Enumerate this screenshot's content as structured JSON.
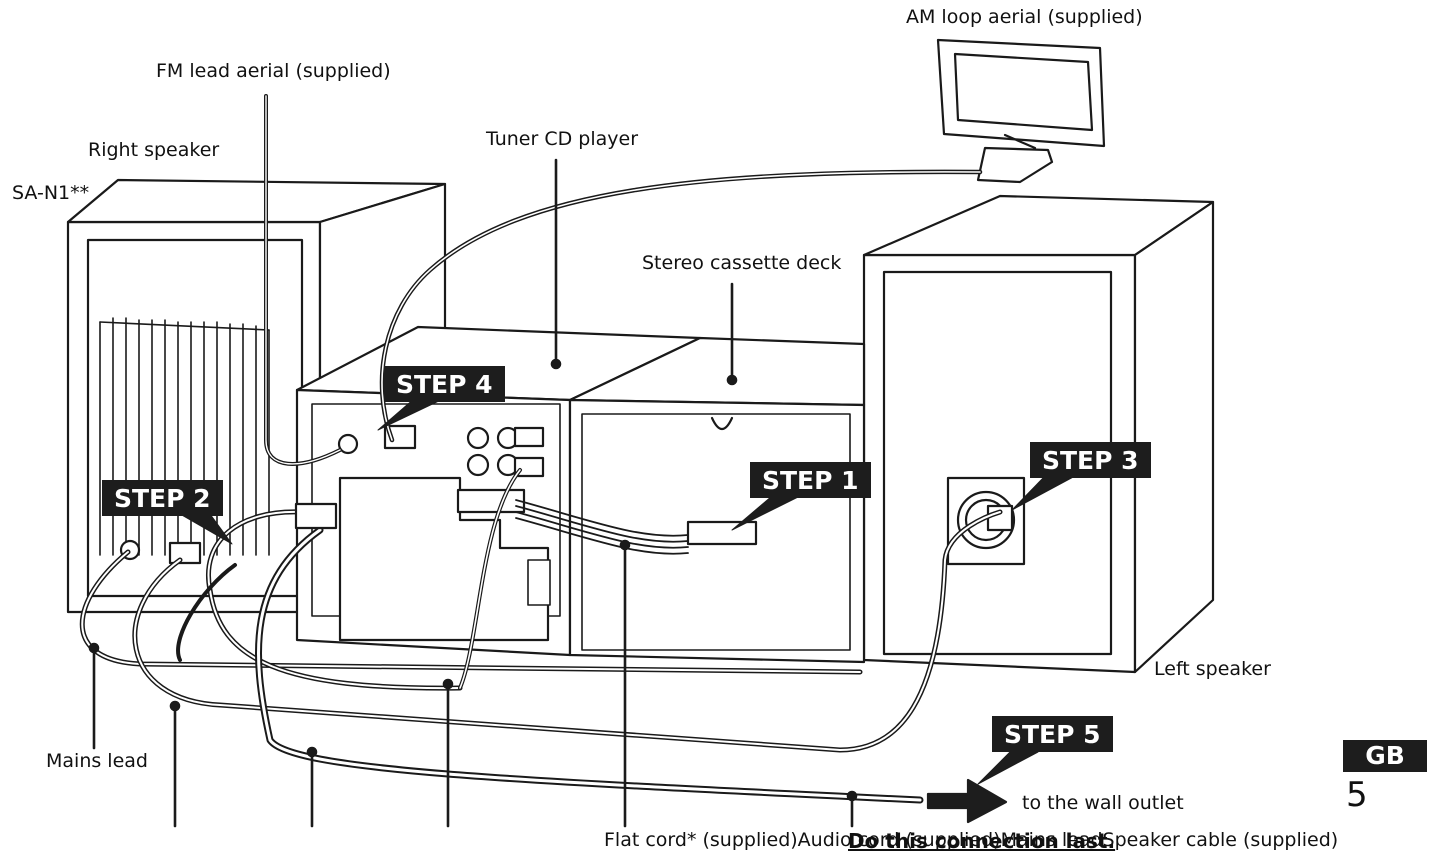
{
  "labels": {
    "am_aerial": "AM loop aerial (supplied)",
    "fm_aerial": "FM lead aerial (supplied)",
    "right_speaker": "Right speaker",
    "model": "SA-N1**",
    "tuner": "Tuner CD player",
    "cassette": "Stereo cassette deck",
    "left_speaker": "Left speaker",
    "mains": "Mains lead",
    "wall": "to the wall outlet",
    "bottom_line": "Flat cord* (supplied)Audio cord (supplied)Mains leadSpeaker cable (supplied)",
    "last_note": "Do this connection last."
  },
  "steps": {
    "s1": "STEP 1",
    "s2": "STEP 2",
    "s3": "STEP 3",
    "s4": "STEP 4",
    "s5": "STEP 5"
  },
  "page": {
    "region": "GB",
    "number": "5"
  }
}
